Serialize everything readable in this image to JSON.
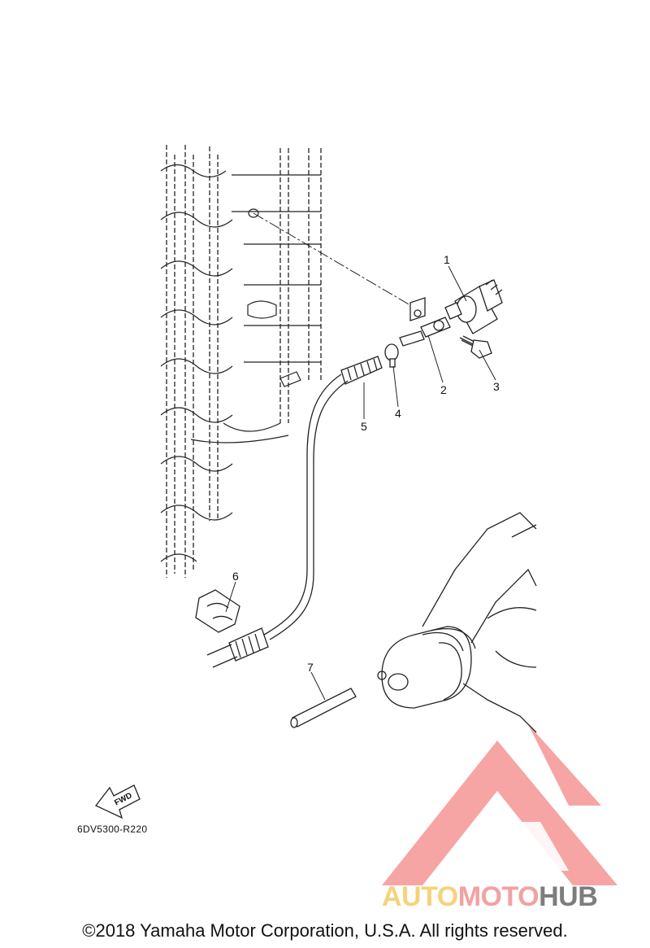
{
  "callouts": [
    "1",
    "2",
    "3",
    "4",
    "5",
    "6",
    "7"
  ],
  "direction_arrow_label": "FWD",
  "diagram_code": "6DV5300-R220",
  "copyright": "©2018 Yamaha Motor Corporation, U.S.A. All rights reserved.",
  "watermark": {
    "part1": "AUTO",
    "part2": "MOTO",
    "part3": "HUB",
    "colors": {
      "part1": "#f6d27a",
      "part2": "#f3a1a1",
      "part3": "#7d7d7d",
      "logo": "#ef5b5b"
    }
  }
}
